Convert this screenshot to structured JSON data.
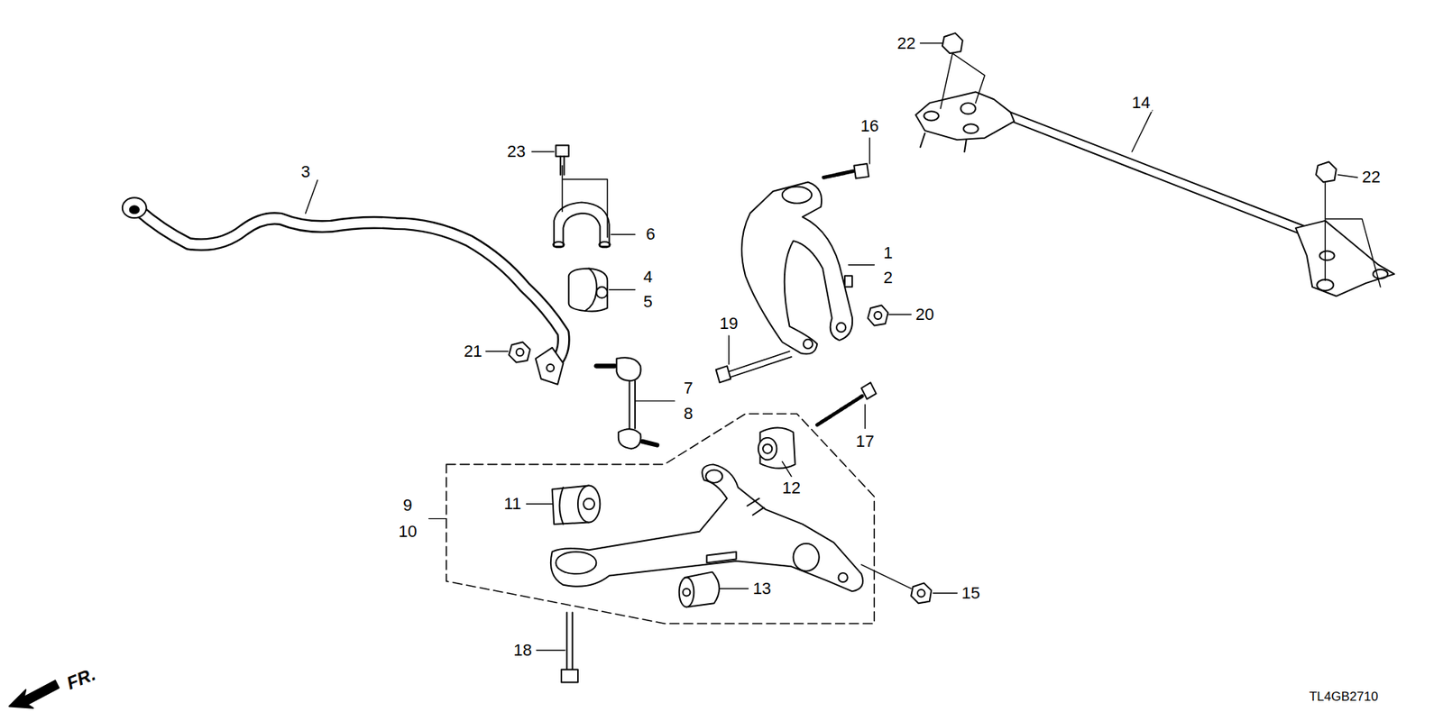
{
  "diagram": {
    "labels": [
      "22",
      "14",
      "16",
      "23",
      "3",
      "6",
      "1",
      "2",
      "4",
      "5",
      "20",
      "19",
      "21",
      "7",
      "8",
      "9",
      "10",
      "11",
      "12",
      "17",
      "13",
      "15",
      "18",
      "22",
      "FR.",
      "TL4GB2710"
    ]
  }
}
